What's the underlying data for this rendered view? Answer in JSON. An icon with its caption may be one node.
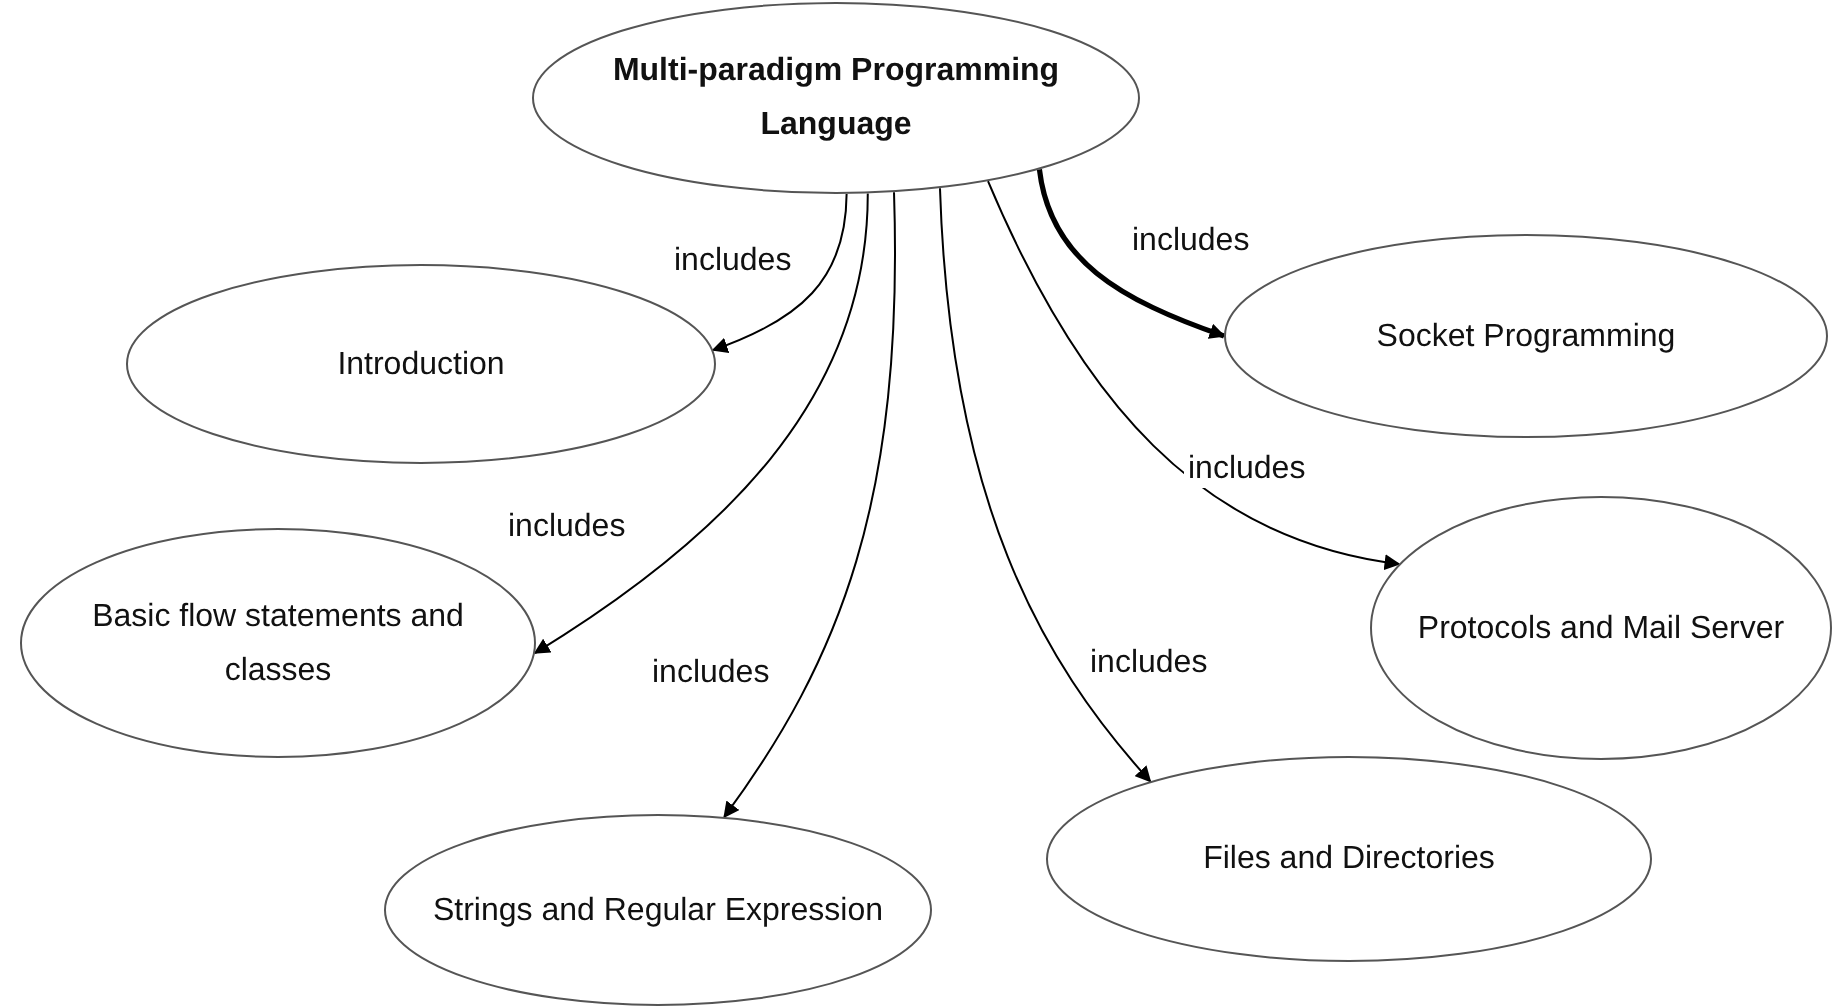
{
  "diagram": {
    "nodes": [
      {
        "text": [
          "Multi-paradigm Programming Language"
        ]
      },
      {
        "text": [
          "Introduction"
        ]
      },
      {
        "text": [
          "Socket Programming"
        ]
      },
      {
        "text": [
          "Basic flow statements and classes"
        ]
      },
      {
        "text": [
          "Protocols and Mail Server"
        ]
      },
      {
        "text": [
          "Strings and Regular Expression"
        ]
      },
      {
        "text": [
          "Files and Directories"
        ]
      }
    ],
    "edges": [
      {
        "from": 0,
        "to": 1,
        "arrow": "to",
        "label": "includes"
      },
      {
        "from": 0,
        "to": 2,
        "arrow": "to",
        "label": "includes",
        "style": "thick"
      },
      {
        "from": 0,
        "to": 3,
        "arrow": "to",
        "label": "includes"
      },
      {
        "from": 0,
        "to": 4,
        "arrow": "to",
        "label": "includes"
      },
      {
        "from": 0,
        "to": 5,
        "arrow": "to",
        "label": "includes"
      },
      {
        "from": 0,
        "to": 6,
        "arrow": "to",
        "label": "includes"
      }
    ]
  }
}
